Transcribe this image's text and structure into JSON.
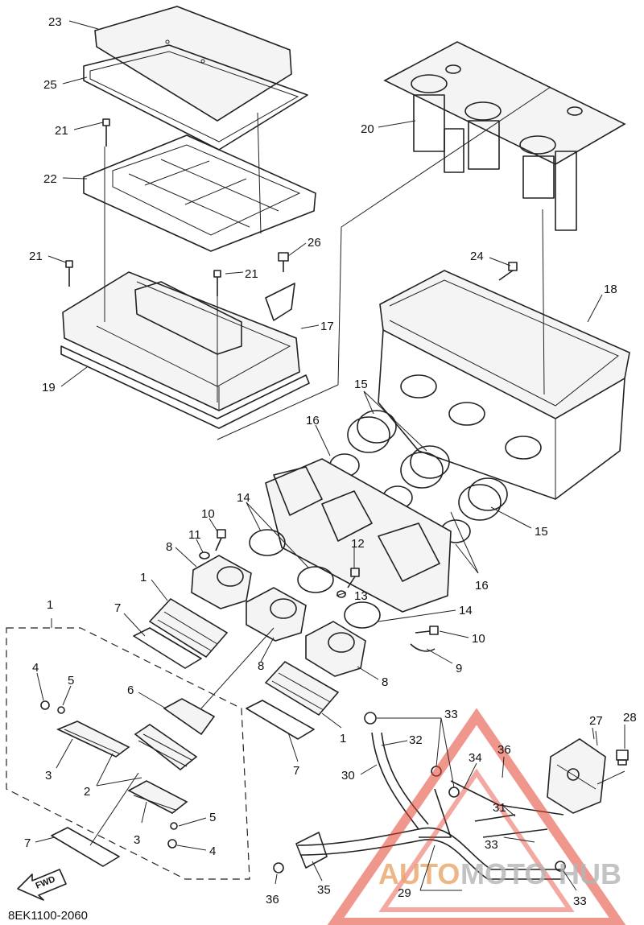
{
  "diagram_code": "8EK1100-2060",
  "fwd_label": "FWD",
  "watermark": {
    "part1": "AUTO",
    "part2": "MOTO",
    "part3": "HUB",
    "color_main": "#e4412f",
    "color_text": "#e8a56a"
  },
  "labels": {
    "l23": "23",
    "l25": "25",
    "l21a": "21",
    "l22": "22",
    "l21b": "21",
    "l21c": "21",
    "l26": "26",
    "l20": "20",
    "l24": "24",
    "l18": "18",
    "l17": "17",
    "l19": "19",
    "l15a": "15",
    "l16a": "16",
    "l15b": "15",
    "l14a": "14",
    "l10a": "10",
    "l11": "11",
    "l8a": "8",
    "l12": "12",
    "l16b": "16",
    "l1a": "1",
    "l13": "13",
    "l14b": "14",
    "l7a": "7",
    "l10b": "10",
    "l1b": "1",
    "l9": "9",
    "l8b": "8",
    "l8c": "8",
    "l4a": "4",
    "l5a": "5",
    "l6": "6",
    "l1c": "1",
    "l3a": "3",
    "l2": "2",
    "l7b": "7",
    "l33a": "33",
    "l27": "27",
    "l28": "28",
    "l32": "32",
    "l34": "34",
    "l36a": "36",
    "l30": "30",
    "l31": "31",
    "l5b": "5",
    "l3b": "3",
    "l33b": "33",
    "l7c": "7",
    "l4b": "4",
    "l36b": "36",
    "l35": "35",
    "l29": "29",
    "l33c": "33"
  }
}
